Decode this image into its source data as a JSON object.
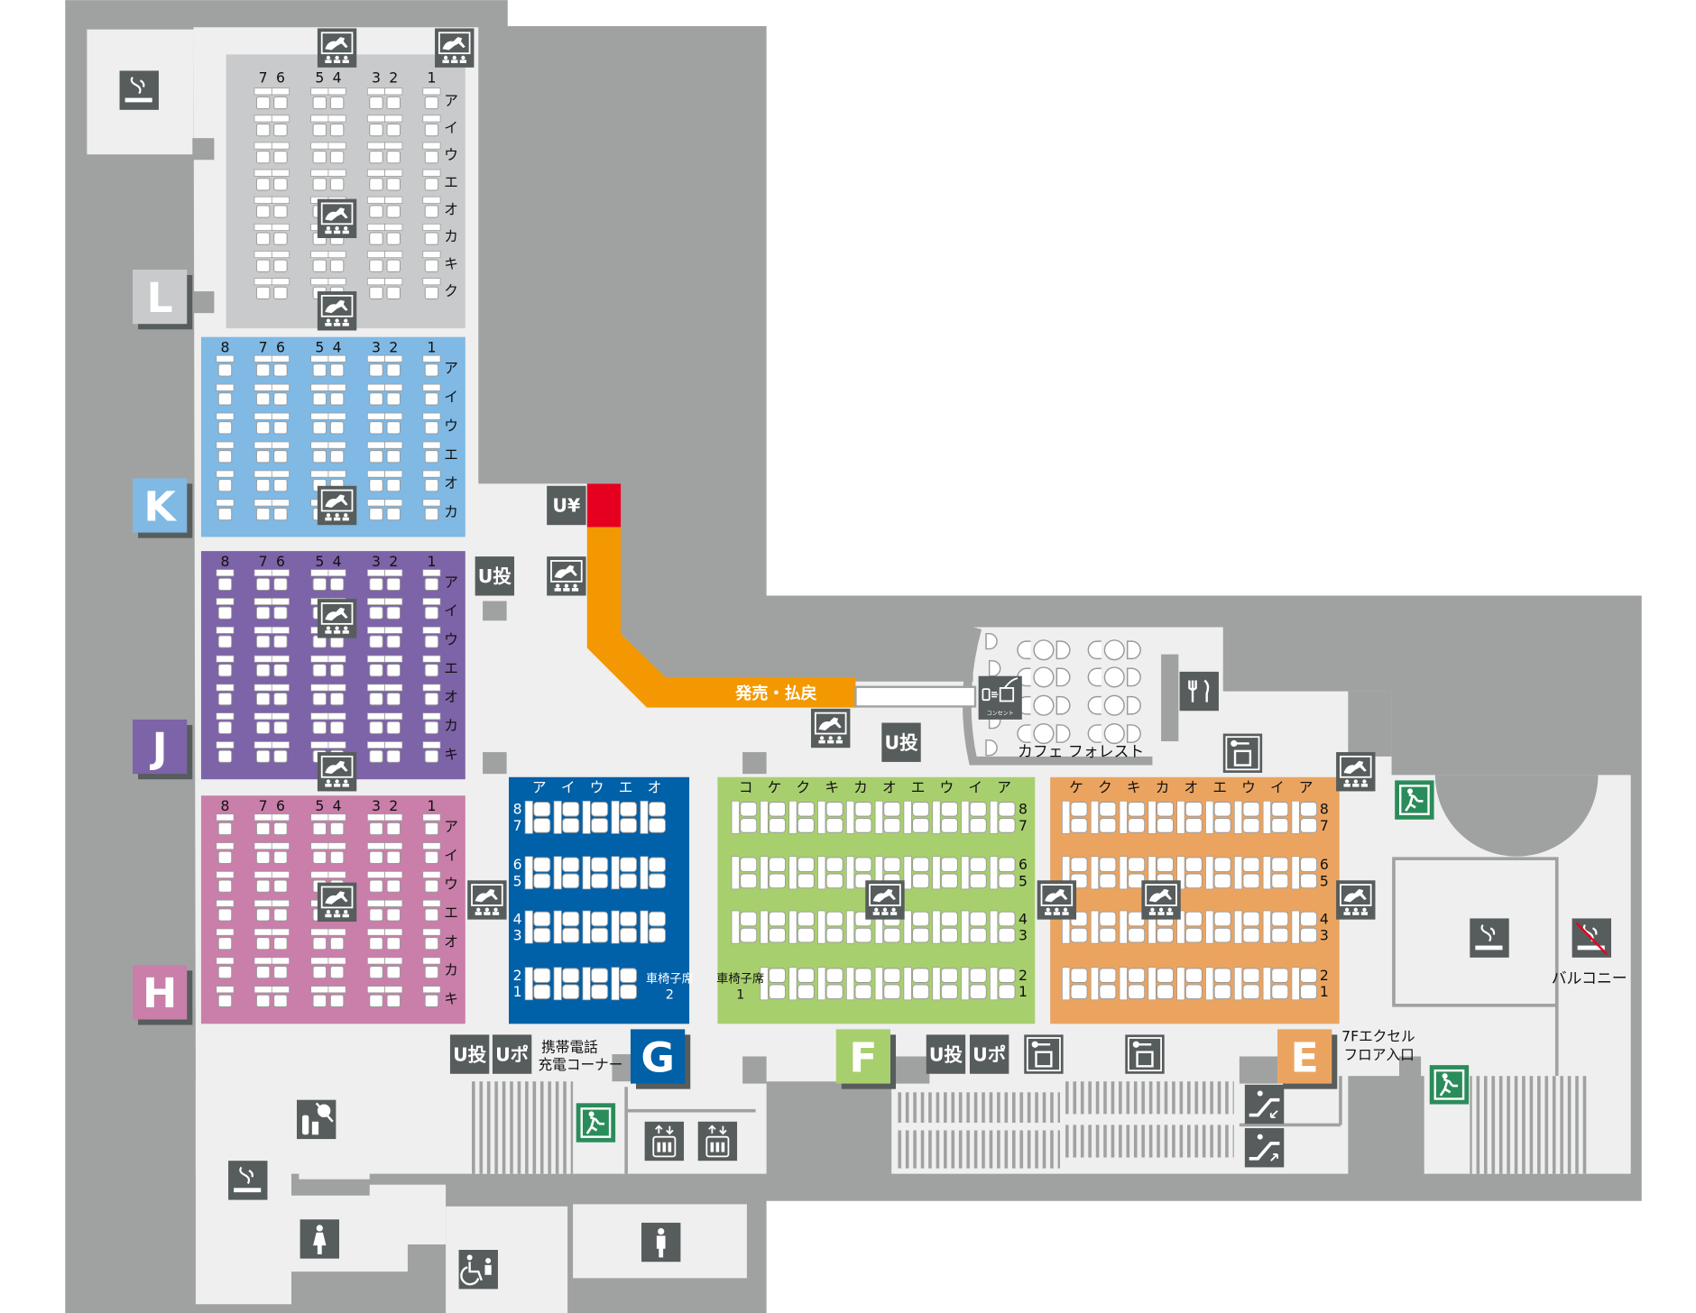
{
  "map_title_hidden": null,
  "sections": {
    "L": {
      "badge": "L",
      "color": "#c8cacb",
      "columns": [
        "7",
        "6",
        "5",
        "4",
        "3",
        "2",
        "1"
      ],
      "rows": [
        "ア",
        "イ",
        "ウ",
        "エ",
        "オ",
        "カ",
        "キ",
        "ク"
      ]
    },
    "K": {
      "badge": "K",
      "color": "#7fb9e4",
      "columns": [
        "8",
        "7",
        "6",
        "5",
        "4",
        "3",
        "2",
        "1"
      ],
      "rows": [
        "ア",
        "イ",
        "ウ",
        "エ",
        "オ",
        "カ"
      ]
    },
    "J": {
      "badge": "J",
      "color": "#7d63a8",
      "columns": [
        "8",
        "7",
        "6",
        "5",
        "4",
        "3",
        "2",
        "1"
      ],
      "rows": [
        "ア",
        "イ",
        "ウ",
        "エ",
        "オ",
        "カ",
        "キ"
      ]
    },
    "H": {
      "badge": "H",
      "color": "#c97faa",
      "columns": [
        "8",
        "7",
        "6",
        "5",
        "4",
        "3",
        "2",
        "1"
      ],
      "rows": [
        "ア",
        "イ",
        "ウ",
        "エ",
        "オ",
        "カ",
        "キ"
      ]
    },
    "G": {
      "badge": "G",
      "color": "#0060a8",
      "columns": [
        "ア",
        "イ",
        "ウ",
        "エ",
        "オ"
      ],
      "row_numbers": [
        "8",
        "7",
        "6",
        "5",
        "4",
        "3",
        "2",
        "1"
      ],
      "wheelchair_label": "車椅子席",
      "wheelchair_number": "2"
    },
    "F": {
      "badge": "F",
      "color": "#a8cf6e",
      "columns": [
        "コ",
        "ケ",
        "ク",
        "キ",
        "カ",
        "オ",
        "エ",
        "ウ",
        "イ",
        "ア"
      ],
      "row_numbers": [
        "8",
        "7",
        "6",
        "5",
        "4",
        "3",
        "2",
        "1"
      ],
      "wheelchair_label": "車椅子席",
      "wheelchair_number": "1"
    },
    "E": {
      "badge": "E",
      "color": "#eba460",
      "columns": [
        "ケ",
        "ク",
        "キ",
        "カ",
        "オ",
        "エ",
        "ウ",
        "イ",
        "ア"
      ],
      "row_numbers": [
        "8",
        "7",
        "6",
        "5",
        "4",
        "3",
        "2",
        "1"
      ]
    }
  },
  "labels": {
    "ticket_counter": "発売・払戻",
    "cafe": "カフェ フォレスト",
    "charging_line1": "携帯電話",
    "charging_line2": "充電コーナー",
    "excel_line1": "7Fエクセル",
    "excel_line2": "フロア入口",
    "balcony": "バルコニー",
    "outlet": "コンセント"
  },
  "icon_text": {
    "u_bet": "U投",
    "u_point": "Uポ",
    "u_yen": "U¥"
  },
  "colors": {
    "wall": "#a0a2a1",
    "floor": "#efefef",
    "icon": "#575c5c",
    "ticket_route": "#f39800",
    "ticket_start": "#e60020",
    "exit": "#2a8c5a"
  }
}
